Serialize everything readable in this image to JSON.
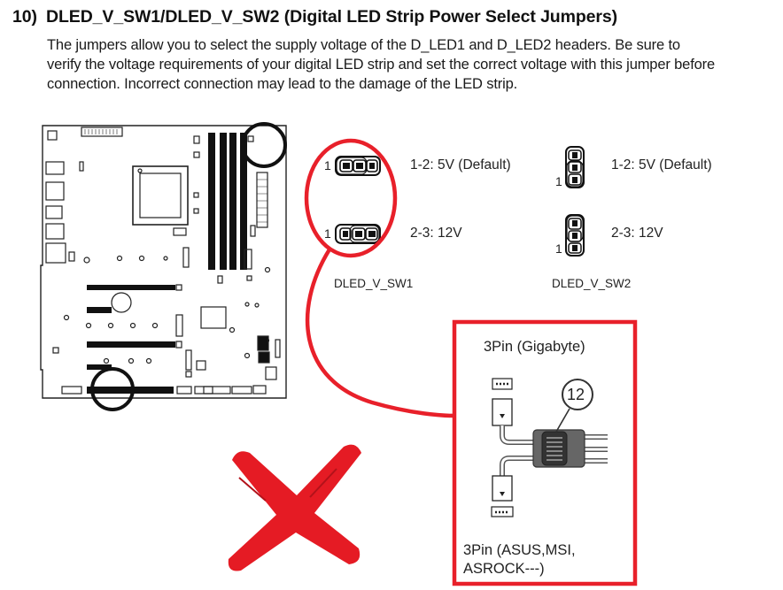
{
  "section": {
    "number": "10)",
    "title": "DLED_V_SW1/DLED_V_SW2 (Digital LED Strip Power Select Jumpers)",
    "description_lines": [
      "The jumpers allow you to select the supply voltage of the D_LED1 and D_LED2 headers. Be sure to",
      "verify the voltage requirements of your digital LED strip and set the correct voltage with this jumper before",
      "connection. Incorrect connection may lead to the damage of the LED strip."
    ]
  },
  "jumpers": {
    "sw1": {
      "name": "DLED_V_SW1",
      "pin_marker": "1",
      "settings": [
        "1-2: 5V (Default)",
        "2-3: 12V"
      ]
    },
    "sw2": {
      "name": "DLED_V_SW2",
      "pin_marker": "1",
      "settings": [
        "1-2: 5V (Default)",
        "2-3: 12V"
      ]
    }
  },
  "warning_box": {
    "top_label": "3Pin (Gigabyte)",
    "bottom_label_lines": [
      "3Pin (ASUS,MSI,",
      "ASROCK---)"
    ],
    "badge": "12"
  },
  "colors": {
    "warning_red": "#e8202a",
    "cross_red": "#e51b24",
    "ink": "#111111"
  }
}
